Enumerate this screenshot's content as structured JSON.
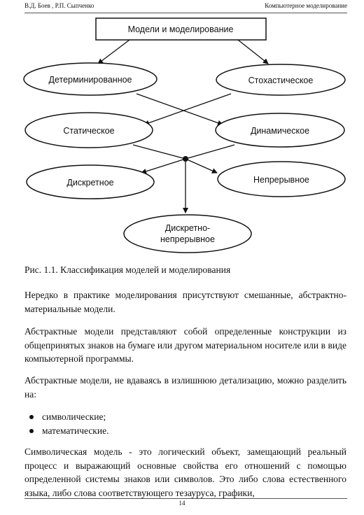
{
  "header": {
    "authors": "В.Д. Боев , Р.П. Сыпченко",
    "title": "Компьютерное моделирование"
  },
  "diagram": {
    "root": "Модели и моделирование",
    "deterministic": "Детерминированное",
    "stochastic": "Стохастическое",
    "static": "Статическое",
    "dynamic": "Динамическое",
    "discrete": "Дискретное",
    "continuous": "Непрерывное",
    "discrete_continuous_line1": "Дискретно-",
    "discrete_continuous_line2": "непрерывное"
  },
  "caption": "Рис. 1.1.  Классификация моделей и моделирования",
  "paragraphs": {
    "p1": "Нередко в практике моделирования присутствуют смешанные, абстрактно-материальные модели.",
    "p2": "Абстрактные модели представляют собой определенные конструкции из общепринятых знаков на бумаге или другом материальном носителе или в виде компьютерной программы.",
    "p3": "Абстрактные модели, не вдаваясь в излишнюю детализацию, можно разделить на:",
    "p4": "Символическая модель - это логический объект, замещающий реальный процесс и выражающий основные свойства его отношений с помощью определенной системы знаков или символов. Это либо слова естественного языка, либо слова соответствующего тезауруса, графики,"
  },
  "bullets": [
    "символические;",
    "математические."
  ],
  "page_number": "14"
}
